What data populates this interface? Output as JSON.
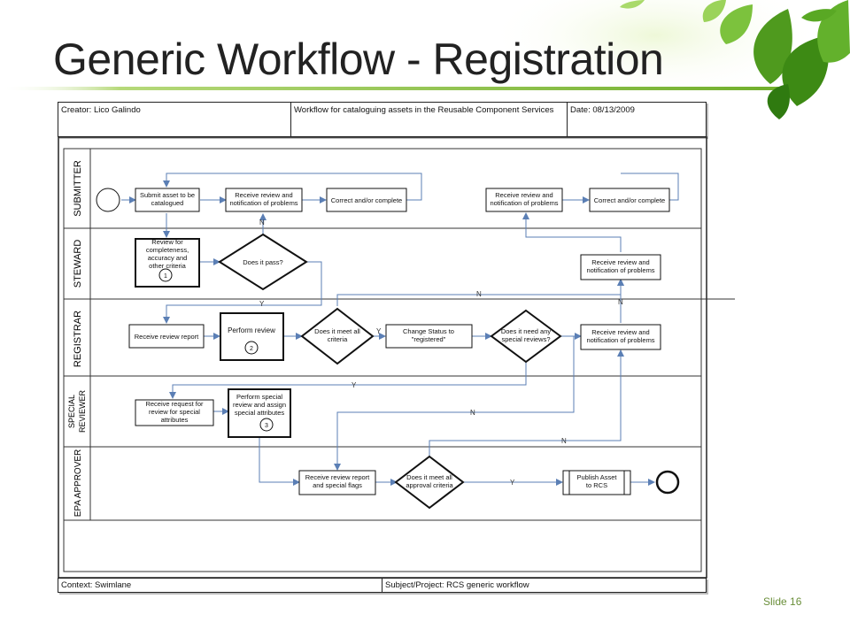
{
  "slide": {
    "title": "Generic Workflow - Registration",
    "slide_number": "Slide 16"
  },
  "header": {
    "creator": "Creator: Lico Galindo",
    "workflow": "Workflow for cataloguing assets in the Reusable Component Services",
    "date": "Date: 08/13/2009"
  },
  "footer": {
    "context": "Context: Swimlane",
    "subject": "Subject/Project: RCS generic workflow"
  },
  "lanes": {
    "submitter": "SUBMITTER",
    "steward": "STEWARD",
    "registrar": "REGISTRAR",
    "special_line1": "SPECIAL",
    "special_line2": "REVIEWER",
    "epa": "EPA APPROVER"
  },
  "nodes": {
    "submit_1": "Submit asset to be",
    "submit_2": "catalogued",
    "recv_rev_a1": "Receive review and",
    "recv_rev_a2": "notification of problems",
    "correct_a": "Correct and/or complete",
    "recv_rev_b1": "Receive review and",
    "recv_rev_b2": "notification of problems",
    "correct_b": "Correct and/or complete",
    "review_1": "Review for",
    "review_2": "completeness,",
    "review_3": "accuracy and",
    "review_4": "other criteria",
    "review_num": "1",
    "does_pass": "Does it pass?",
    "steward_recv_1": "Receive review and",
    "steward_recv_2": "notification of problems",
    "recv_report": "Receive review report",
    "perform_review": "Perform  review",
    "perform_num": "2",
    "meet_1": "Does it meet all",
    "meet_2": "criteria",
    "change_1": "Change Status to",
    "change_2": "\"registered\"",
    "special_q1": "Does it need any",
    "special_q2": "special reviews?",
    "reg_recv_1": "Receive review and",
    "reg_recv_2": "notification of problems",
    "spec_recv_1": "Receive request for",
    "spec_recv_2": "review for special",
    "spec_recv_3": "attributes",
    "spec_perf_1": "Perform special",
    "spec_perf_2": "review and assign",
    "spec_perf_3": "special attributes",
    "spec_num": "3",
    "epa_recv_1": "Receive review report",
    "epa_recv_2": "and special flags",
    "approve_1": "Does it meet all",
    "approve_2": "approval criteria",
    "publish_1": "Publish Asset",
    "publish_2": "to RCS"
  },
  "labels": {
    "n": "N",
    "y": "Y"
  },
  "colors": {
    "connector": "#5b7fb5",
    "border": "#111111",
    "accent_green": "#6a8f3a"
  }
}
